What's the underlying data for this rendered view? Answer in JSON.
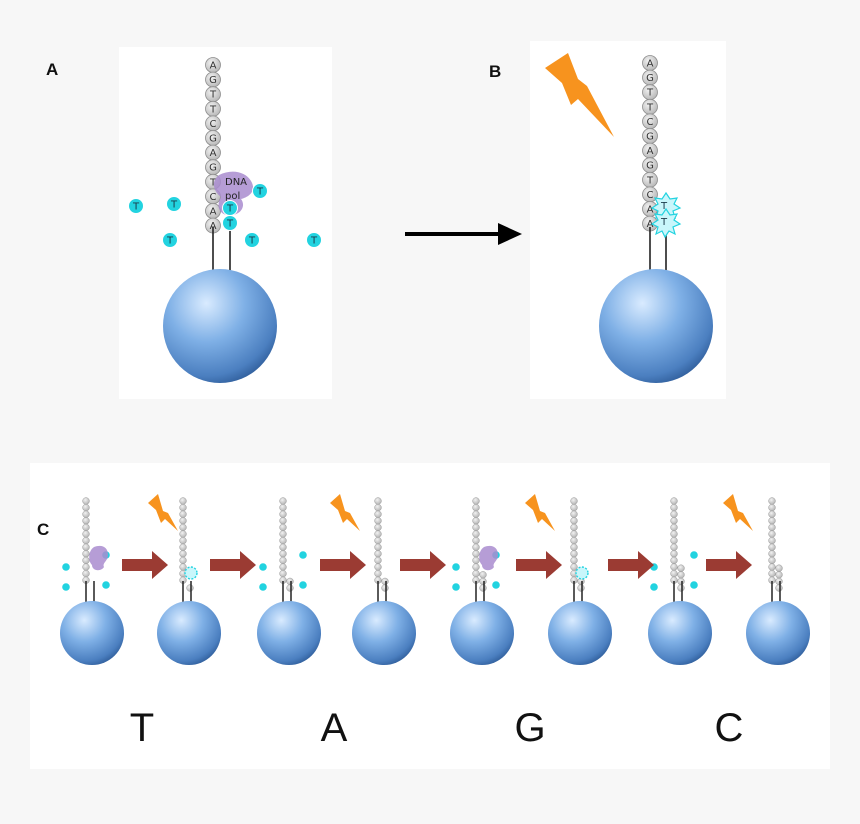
{
  "labels": {
    "a": "A",
    "b": "B",
    "c": "C"
  },
  "template_strand": [
    "A",
    "G",
    "T",
    "T",
    "C",
    "G",
    "A",
    "G",
    "T",
    "C",
    "A",
    "A"
  ],
  "polymerase": {
    "line1": "DNA",
    "line2": "pol"
  },
  "nucleotide_label": "T",
  "sequence_readout": [
    "T",
    "A",
    "G",
    "C"
  ],
  "colors": {
    "bead": "#6f9fd8",
    "nucleotide": "#22d3e0",
    "polymerase": "#a98ccf",
    "flash": "#f7931e",
    "step_arrow": "#9b3b33",
    "base": "#cfcfcf"
  }
}
